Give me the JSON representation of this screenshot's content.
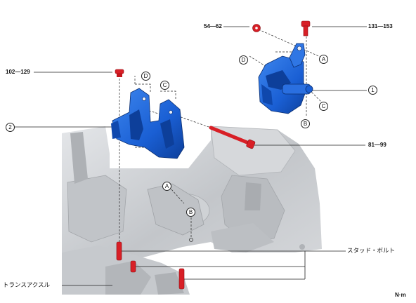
{
  "torque_labels": {
    "t_54_62": "54—62",
    "t_131_153": "131—153",
    "t_102_129": "102—129",
    "t_81_99": "81—99"
  },
  "callouts": {
    "a": "A",
    "b": "B",
    "c": "C",
    "d": "D",
    "one": "1",
    "two": "2"
  },
  "japanese_labels": {
    "stud_bolt": "スタッド・ボルト",
    "transaxle": "トランスアクスル"
  },
  "unit": "N·m",
  "colors": {
    "part_blue": "#1a5fd4",
    "part_dark_blue": "#0d3f9a",
    "bolt_red": "#d81f26",
    "engine_gray": "#c9ccd0",
    "leader_line": "#222222"
  }
}
